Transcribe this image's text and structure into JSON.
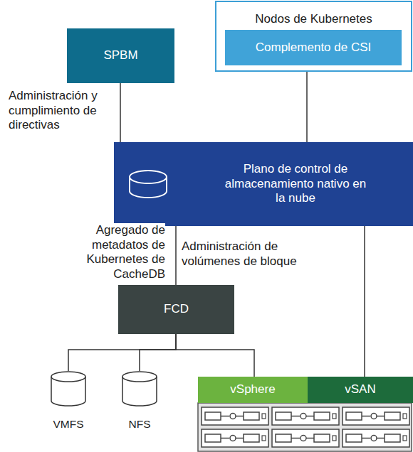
{
  "diagram": {
    "nodes": [
      {
        "text": [
          "Nodos de Kubernetes"
        ]
      },
      {
        "text": [
          "Complemento de CSI"
        ],
        "in": 0
      },
      {
        "text": [
          "SPBM"
        ]
      },
      {
        "text": [
          "Plano de control de almacenamiento nativo en la nube"
        ]
      },
      {
        "text": [
          "FCD"
        ]
      },
      {
        "text": [
          "VMFS"
        ]
      },
      {
        "text": [
          "NFS"
        ]
      },
      {
        "text": [
          "vSphere"
        ]
      },
      {
        "text": [
          "vSAN"
        ]
      }
    ],
    "edges": [
      {
        "from": 2,
        "to": 3,
        "label": "Administración y cumplimiento de directivas",
        "arrow": "none"
      },
      {
        "from": 0,
        "to": 3,
        "arrow": "none"
      },
      {
        "from": 3,
        "to": 4,
        "label": "Administración de volúmenes de bloque",
        "arrow": "none"
      },
      {
        "from": 3,
        "to": 8,
        "arrow": "none"
      },
      {
        "from": 4,
        "to": 5,
        "arrow": "none"
      },
      {
        "from": 4,
        "to": 6,
        "arrow": "none"
      },
      {
        "from": 4,
        "to": 7,
        "arrow": "none"
      }
    ],
    "labels": [
      "Agregado de metadatos de Kubernetes de CacheDB"
    ]
  }
}
